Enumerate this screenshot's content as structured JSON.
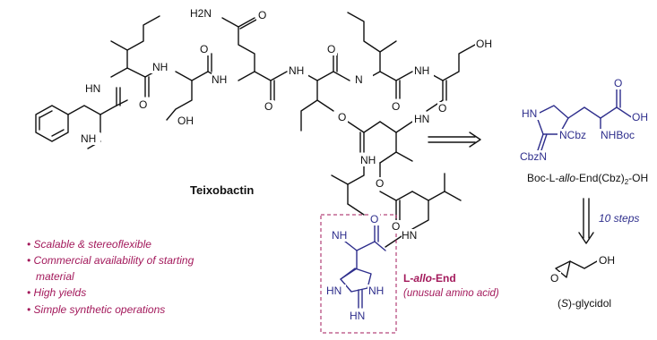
{
  "title": "Teixobactin",
  "bullets": [
    "• Scalable & stereoflexible",
    "• Commercial availability of starting",
    "material",
    "• High yields",
    "• Simple synthetic operations"
  ],
  "residue": {
    "name_prefix": "L-",
    "name_italic": "allo",
    "name_suffix": "-End",
    "note": "(unusual amino acid)"
  },
  "intermediate": {
    "prefix": "Boc-L-",
    "italic": "allo",
    "middle": "-End(Cbz)",
    "subscript": "2",
    "suffix": "-OH"
  },
  "steps_label": "10 steps",
  "glycidol": {
    "open": "(",
    "italic": "S",
    "close": ")-glycidol"
  },
  "atoms": {
    "nh": "NH",
    "hn": "HN",
    "h2n": "H2N",
    "n": "N",
    "o": "O",
    "oh": "OH",
    "nhboc": "NHBoc",
    "ncbz": "NCbz",
    "cbzn": "CbzN"
  },
  "colors": {
    "bond": "#111111",
    "residue": "#2e2e8c",
    "emphasis": "#a3195b"
  }
}
